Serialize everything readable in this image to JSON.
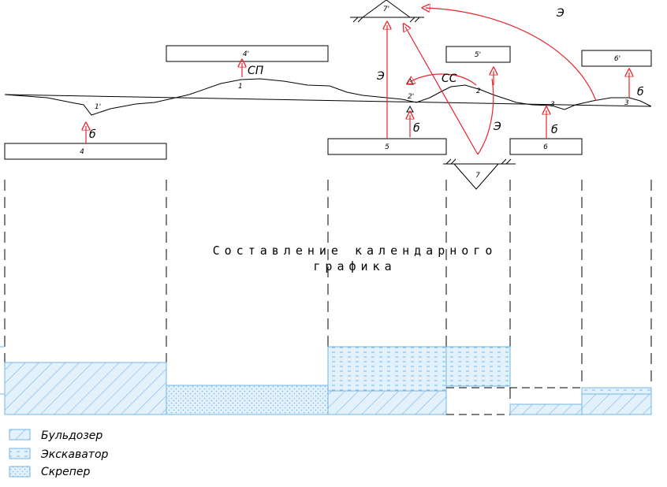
{
  "title_line1": "Составление календарного",
  "title_line2": "графика",
  "boxes_top": {
    "b4p": "4'",
    "b5p": "5'",
    "b6p": "6'"
  },
  "boxes_bottom": {
    "b4": "4",
    "b5": "5",
    "b6": "6"
  },
  "reserves": {
    "r7p": "7'",
    "r7": "7"
  },
  "cuts": {
    "c1": "1",
    "c1p": "1'",
    "c2": "2",
    "c2p": "2'",
    "c3": "3",
    "c3p": "3"
  },
  "method_labels": {
    "sp": "СП",
    "ss": "СС",
    "e1": "Э",
    "e2": "Э",
    "e3": "Э",
    "b1": "б",
    "b2": "б",
    "b3": "б",
    "b4": "б"
  },
  "legend": [
    {
      "label": "Бульдозер",
      "pattern": "hatch-bulldozer"
    },
    {
      "label": "Экскаватор",
      "pattern": "hatch-excavator"
    },
    {
      "label": "Скрепер",
      "pattern": "hatch-scraper"
    }
  ],
  "colors": {
    "arrow": "#e8232a",
    "hatch": "#74b6e8",
    "line": "#000000"
  }
}
